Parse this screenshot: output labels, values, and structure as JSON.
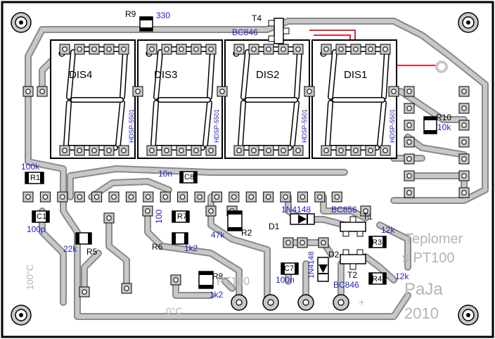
{
  "board": {
    "colors": {
      "background": "#ffffff",
      "trace": "#c8c8c8",
      "trace_outline": "#8a8a8a",
      "pad": "#ffffff",
      "outline": "#000000",
      "label_blue": "#1f1fbf",
      "silk_gray": "#b4b4b4",
      "jumper_red": "#d23030"
    },
    "displays": [
      {
        "name": "DIS4",
        "part": "HDSP-5501"
      },
      {
        "name": "DIS3",
        "part": "HDSP-5501"
      },
      {
        "name": "DIS2",
        "part": "HDSP-5501"
      },
      {
        "name": "DIS1",
        "part": "HDSP-5501"
      }
    ],
    "components": {
      "r9": {
        "ref": "R9",
        "value": "330"
      },
      "t4": {
        "ref": "T4",
        "value": "BC846"
      },
      "r10": {
        "ref": "R10",
        "value": "10k"
      },
      "r1": {
        "ref": "R1",
        "value": "100k"
      },
      "c1": {
        "ref": "C1",
        "value": "100p"
      },
      "c8": {
        "ref": "C8",
        "value": "10n"
      },
      "r5": {
        "ref": "R5",
        "value": "22k"
      },
      "r6": {
        "ref": "R6",
        "value": "1k2"
      },
      "r7": {
        "ref": "R7",
        "value": "100"
      },
      "r2": {
        "ref": "R2",
        "value": "47k"
      },
      "r8": {
        "ref": "R8",
        "value": "1k2"
      },
      "d1": {
        "ref": "D1",
        "value": "1N4148"
      },
      "d2": {
        "ref": "D2",
        "value": "1N4148"
      },
      "t1": {
        "ref": "T1",
        "value": "BC856"
      },
      "t2": {
        "ref": "T2",
        "value": "BC846"
      },
      "r3": {
        "ref": "R3",
        "value": "12k"
      },
      "r4": {
        "ref": "R4",
        "value": "12k"
      },
      "c7": {
        "ref": "C7",
        "value": "100n"
      }
    },
    "silk": {
      "title_line1": "Teplomer",
      "title_line2": "s PT100",
      "author": "PaJa",
      "year": "2010",
      "sensor": "PT100",
      "zero": "0°C",
      "hundred": "100°C",
      "plus": "+"
    }
  }
}
